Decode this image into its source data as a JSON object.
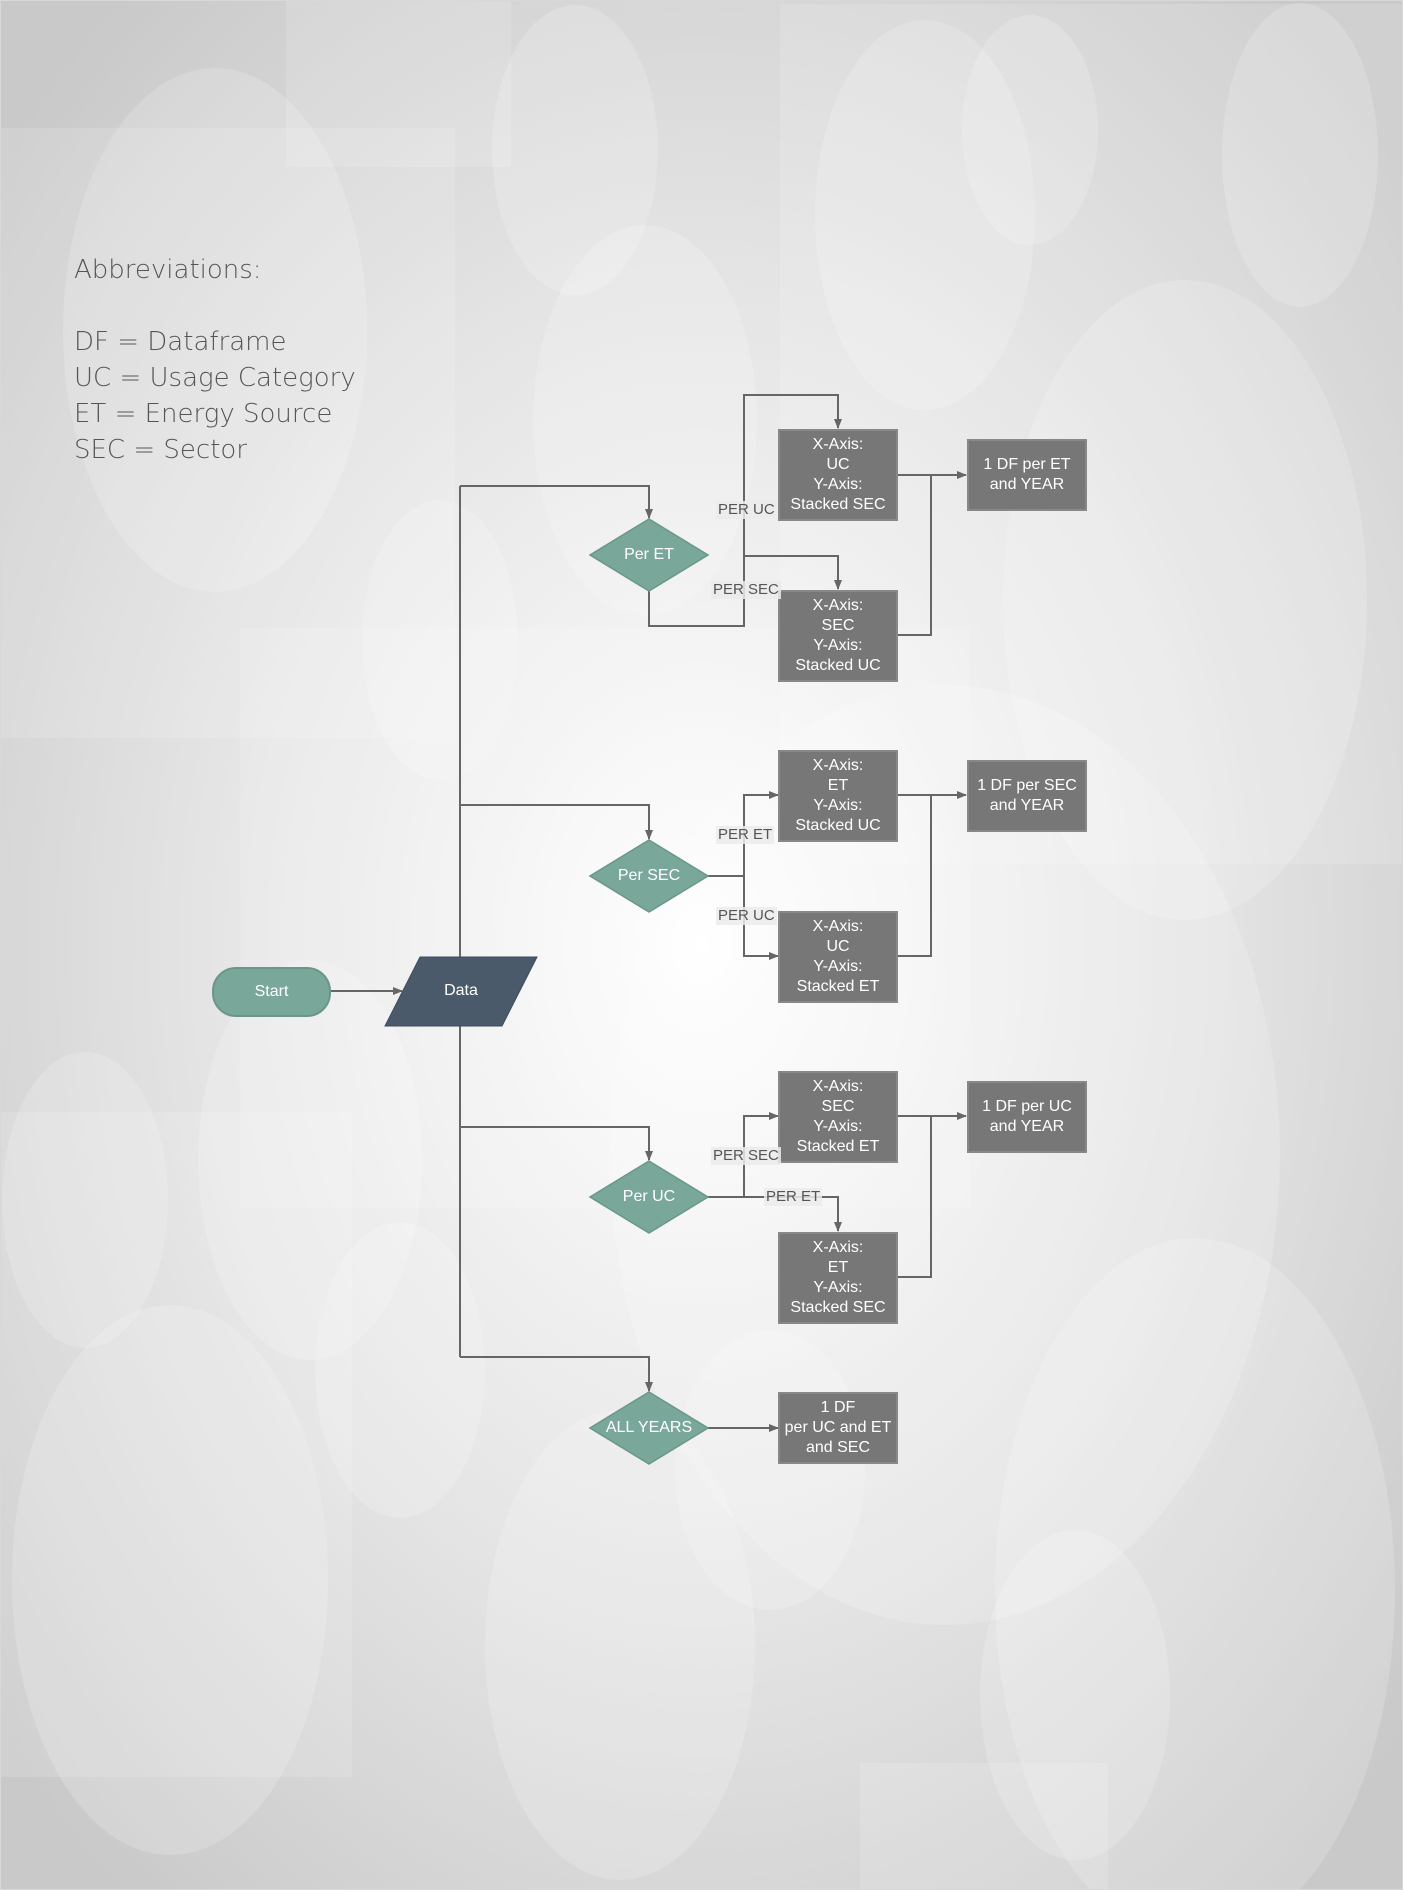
{
  "abbreviations": {
    "title": "Abbreviations:",
    "items": [
      "DF = Dataframe",
      "UC = Usage Category",
      "ET = Energy Source",
      "SEC = Sector"
    ]
  },
  "nodes": {
    "start": "Start",
    "data": "Data",
    "per_et": "Per ET",
    "per_sec": "Per SEC",
    "per_uc": "Per UC",
    "all_years": "ALL YEARS",
    "et_uc_box": [
      "X-Axis:",
      "UC",
      "Y-Axis:",
      "Stacked SEC"
    ],
    "et_sec_box": [
      "X-Axis:",
      "SEC",
      "Y-Axis:",
      "Stacked UC"
    ],
    "et_result": [
      "1 DF per ET",
      "and YEAR"
    ],
    "sec_et_box": [
      "X-Axis:",
      "ET",
      "Y-Axis:",
      "Stacked UC"
    ],
    "sec_uc_box": [
      "X-Axis:",
      "UC",
      "Y-Axis:",
      "Stacked ET"
    ],
    "sec_result": [
      "1 DF per SEC",
      "and YEAR"
    ],
    "uc_sec_box": [
      "X-Axis:",
      "SEC",
      "Y-Axis:",
      "Stacked ET"
    ],
    "uc_et_box": [
      "X-Axis:",
      "ET",
      "Y-Axis:",
      "Stacked SEC"
    ],
    "uc_result": [
      "1 DF per UC",
      "and YEAR"
    ],
    "all_result": [
      "1 DF",
      "per UC and ET",
      "and SEC"
    ]
  },
  "edge_labels": {
    "et_per_uc": "PER UC",
    "et_per_sec": "PER SEC",
    "sec_per_et": "PER ET",
    "sec_per_uc": "PER UC",
    "uc_per_sec": "PER SEC",
    "uc_per_et": "PER ET"
  },
  "colors": {
    "decision": "#79a89a",
    "data": "#4a5a6a",
    "box": "#777777",
    "line": "#666666"
  }
}
